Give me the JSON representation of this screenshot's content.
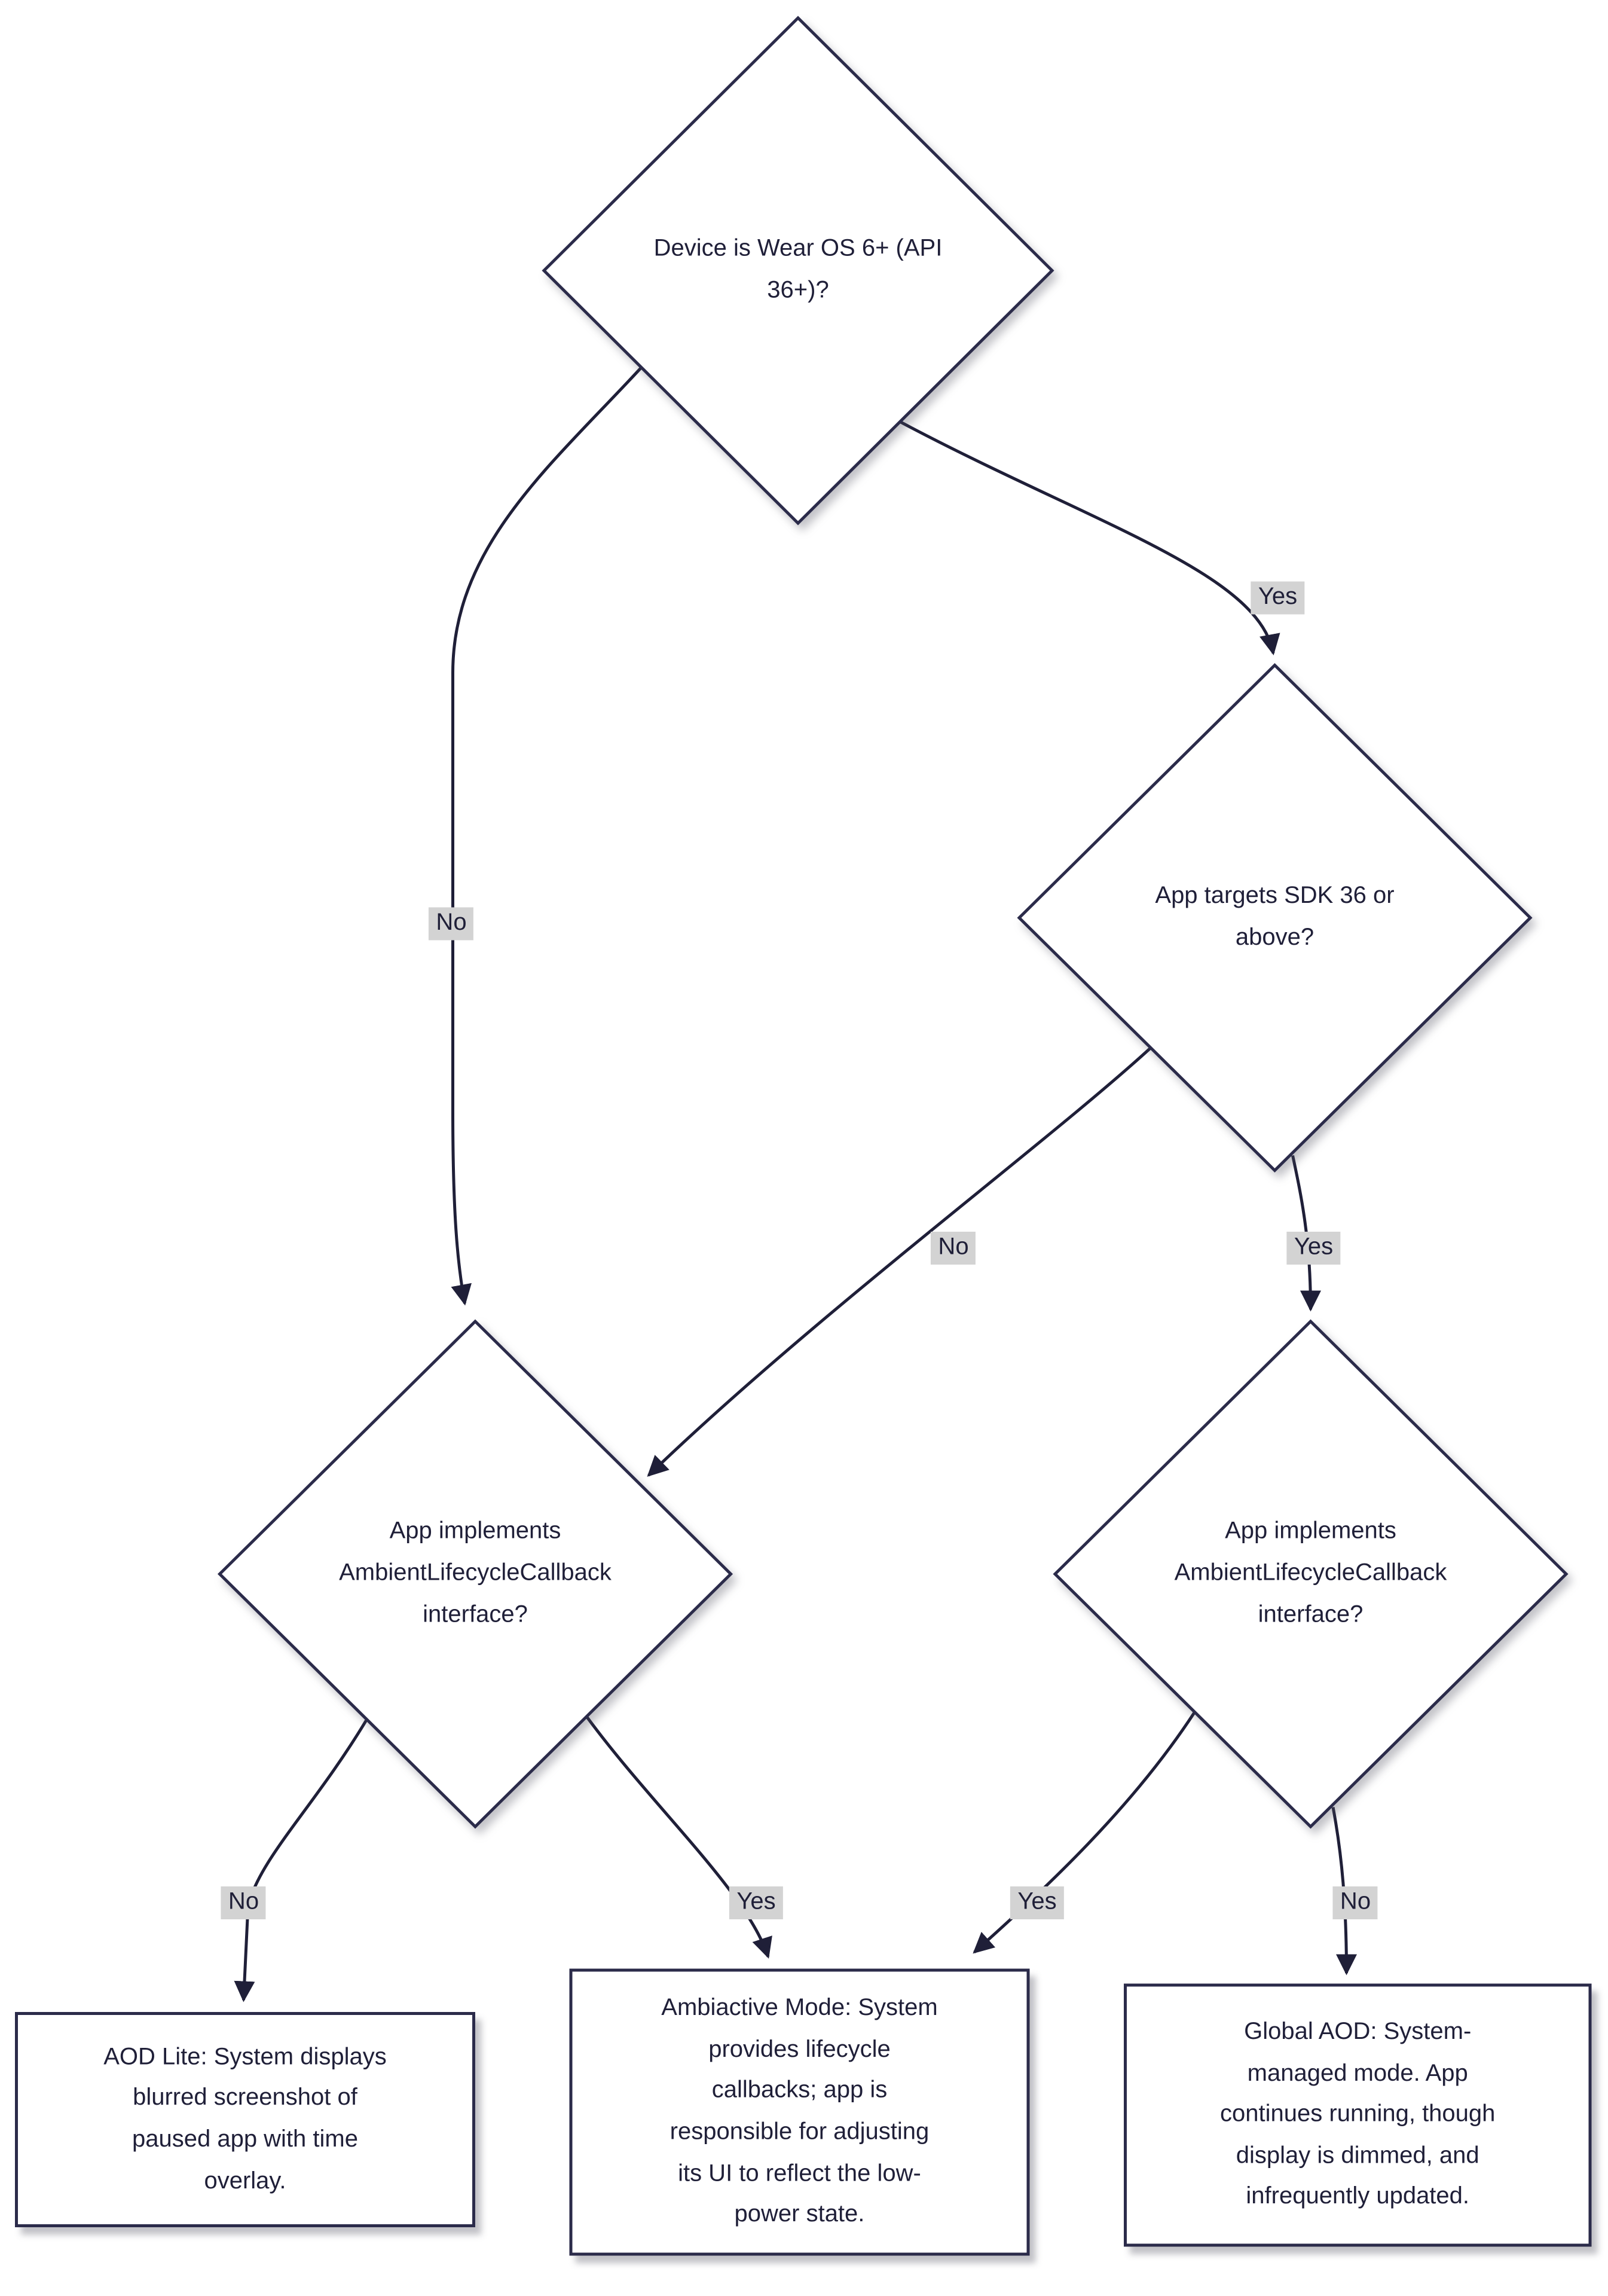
{
  "diagram": {
    "type": "flowchart",
    "title": "Wear OS ambient mode decision flowchart",
    "colors": {
      "background": "#ffffff",
      "node_border": "#2b2b4a",
      "text": "#1f1f38",
      "edge": "#1f1f38",
      "edge_label_background": "#d3d3d3",
      "node_fill": "#ffffff"
    },
    "nodes": {
      "device_wear_os": {
        "shape": "decision",
        "lines": [
          "Device is Wear OS 6+ (API",
          "36+)?"
        ]
      },
      "targets_sdk36": {
        "shape": "decision",
        "lines": [
          "App targets SDK 36 or",
          "above?"
        ]
      },
      "ambient_callback_left": {
        "shape": "decision",
        "lines": [
          "App implements",
          "AmbientLifecycleCallback",
          "interface?"
        ]
      },
      "ambient_callback_right": {
        "shape": "decision",
        "lines": [
          "App implements",
          "AmbientLifecycleCallback",
          "interface?"
        ]
      },
      "aod_lite": {
        "shape": "result",
        "lines": [
          "AOD Lite: System displays",
          "blurred screenshot of",
          "paused app with time",
          "overlay."
        ]
      },
      "ambiactive_mode": {
        "shape": "result",
        "lines": [
          "Ambiactive Mode: System",
          "provides lifecycle",
          "callbacks; app is",
          "responsible for adjusting",
          "its UI to reflect the low-",
          "power state."
        ]
      },
      "global_aod": {
        "shape": "result",
        "lines": [
          "Global AOD: System-",
          "managed mode. App",
          "continues running, though",
          "display is dimmed, and",
          "infrequently updated."
        ]
      }
    },
    "edges": [
      {
        "from": "device_wear_os",
        "to": "ambient_callback_left",
        "label": "No"
      },
      {
        "from": "device_wear_os",
        "to": "targets_sdk36",
        "label": "Yes"
      },
      {
        "from": "targets_sdk36",
        "to": "ambient_callback_left",
        "label": "No"
      },
      {
        "from": "targets_sdk36",
        "to": "ambient_callback_right",
        "label": "Yes"
      },
      {
        "from": "ambient_callback_left",
        "to": "aod_lite",
        "label": "No"
      },
      {
        "from": "ambient_callback_left",
        "to": "ambiactive_mode",
        "label": "Yes"
      },
      {
        "from": "ambient_callback_right",
        "to": "ambiactive_mode",
        "label": "Yes"
      },
      {
        "from": "ambient_callback_right",
        "to": "global_aod",
        "label": "No"
      }
    ]
  }
}
